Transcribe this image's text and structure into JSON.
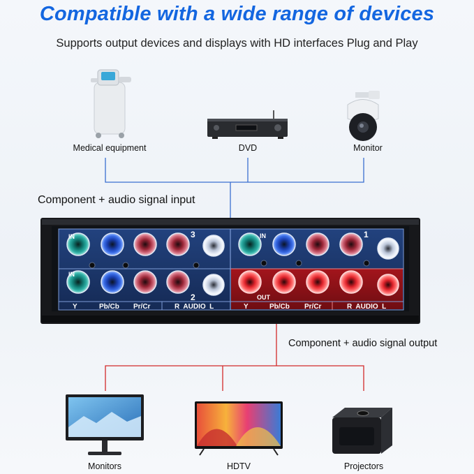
{
  "headline": "Compatible with a wide range of devices",
  "subline": "Supports output devices and displays with HD interfaces Plug and Play",
  "inputs": {
    "section_label": "Component + audio signal input",
    "devices": [
      {
        "label": "Medical equipment",
        "icon": "medical-equipment-icon"
      },
      {
        "label": "DVD",
        "icon": "dvd-player-icon"
      },
      {
        "label": "Monitor",
        "icon": "security-camera-icon"
      }
    ]
  },
  "outputs": {
    "section_label": "Component + audio signal output",
    "devices": [
      {
        "label": "Monitors",
        "icon": "computer-monitor-icon"
      },
      {
        "label": "HDTV",
        "icon": "hdtv-icon"
      },
      {
        "label": "Projectors",
        "icon": "projector-icon"
      }
    ]
  },
  "switch_panel": {
    "in_label": "IN",
    "out_label": "OUT",
    "port_numbers": [
      "3",
      "2",
      "1"
    ],
    "columns_left": [
      "Y",
      "Pb/Cb",
      "Pr/Cr",
      "R  AUDIO  L"
    ],
    "columns_right": [
      "Y",
      "Pb/Cb",
      "Pr/Cr",
      "R  AUDIO  L"
    ]
  },
  "colors": {
    "headline": "#1366e0",
    "input_line": "#3a6fd0",
    "output_line": "#d22a2a",
    "panel_blue": "#1b3568",
    "panel_red": "#8a1218"
  }
}
